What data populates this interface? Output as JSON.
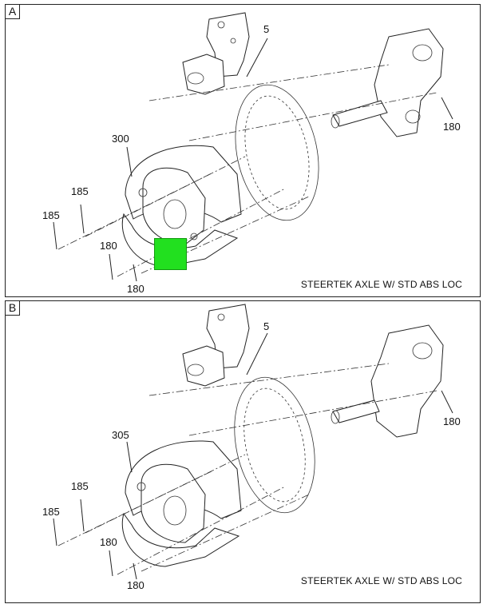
{
  "panels": [
    {
      "tag": "A",
      "caption": "STEERTEK AXLE W/ STD ABS LOC",
      "callouts": {
        "bracket": "5",
        "knuckle": "180",
        "brake_assembly": "300",
        "stud_upper": "185",
        "stud_lower": "185",
        "bolt_upper": "180",
        "bolt_lower": "180"
      }
    },
    {
      "tag": "B",
      "caption": "STEERTEK AXLE W/ STD ABS LOC",
      "callouts": {
        "bracket": "5",
        "knuckle": "180",
        "brake_assembly": "305",
        "stud_upper": "185",
        "stud_lower": "185",
        "bolt_upper": "180",
        "bolt_lower": "180"
      }
    }
  ],
  "colors": {
    "highlight": "#22e01f",
    "line": "#222222"
  }
}
